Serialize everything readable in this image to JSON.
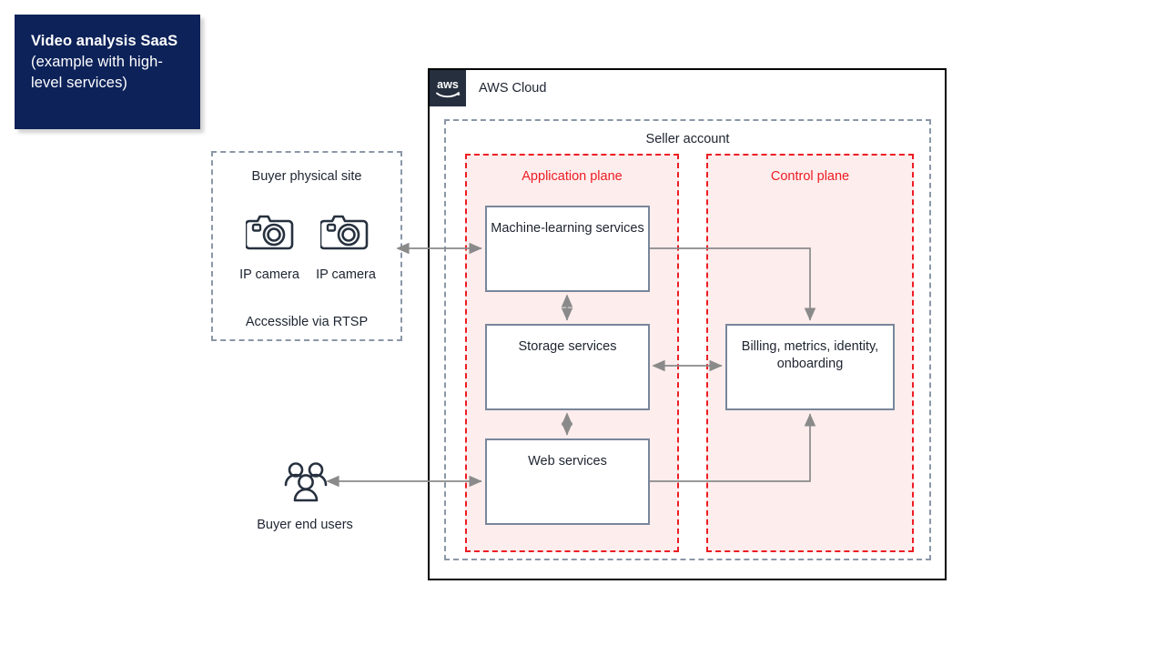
{
  "title_card": {
    "bold_part": "Video analysis SaaS",
    "rest_part": " (example with high-level services)",
    "background": "#0d2259"
  },
  "cloud": {
    "label": "AWS Cloud",
    "logo_alt": "aws-logo",
    "border_color": "#000000"
  },
  "seller_account": {
    "label": "Seller account",
    "border_color": "#8b97a8"
  },
  "planes": [
    {
      "name": "application-plane",
      "label": "Application plane",
      "border_color": "#ed1c24",
      "fill_color": "#fdeded"
    },
    {
      "name": "control-plane",
      "label": "Control plane",
      "border_color": "#ed1c24",
      "fill_color": "#fdeded"
    }
  ],
  "services": [
    {
      "name": "machine-learning-services",
      "label": "Machine-learning services"
    },
    {
      "name": "storage-services",
      "label": "Storage services"
    },
    {
      "name": "web-services",
      "label": "Web services"
    },
    {
      "name": "billing-metrics-identity-onboarding",
      "label": "Billing, metrics, identity, onboarding"
    }
  ],
  "buyer_site": {
    "title": "Buyer physical site",
    "footer": "Accessible via RTSP",
    "cameras": [
      {
        "icon": "camera-icon",
        "label": "IP camera"
      },
      {
        "icon": "camera-icon",
        "label": "IP camera"
      }
    ],
    "border_color": "#8b97a8"
  },
  "buyer_users": {
    "icon": "users-group-icon",
    "label": "Buyer end users"
  },
  "connectors": [
    {
      "name": "cameras-to-ml",
      "direction": "bidirectional"
    },
    {
      "name": "ml-to-storage",
      "direction": "bidirectional"
    },
    {
      "name": "storage-to-web",
      "direction": "bidirectional"
    },
    {
      "name": "storage-to-billing",
      "direction": "bidirectional"
    },
    {
      "name": "ml-to-billing",
      "direction": "one-way"
    },
    {
      "name": "web-to-billing",
      "direction": "one-way"
    },
    {
      "name": "users-to-web",
      "direction": "bidirectional"
    }
  ],
  "colors": {
    "arrow": "#8a8a8a",
    "box_border": "#78869b",
    "icon": "#27313f"
  }
}
